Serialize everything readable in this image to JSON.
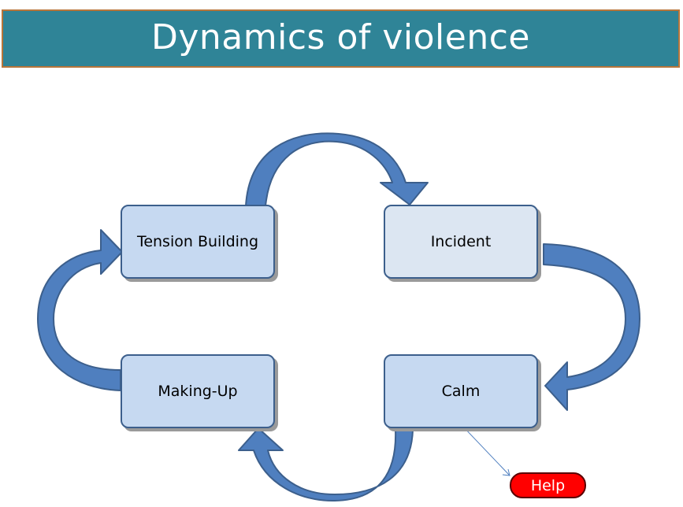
{
  "title": "Dynamics of violence",
  "nodes": {
    "tension": "Tension Building",
    "incident": "Incident",
    "calm": "Calm",
    "making_up": "Making-Up"
  },
  "help_button": "Help",
  "colors": {
    "title_bg": "#2f8497",
    "title_border": "#b8753a",
    "arrow_fill": "#4f7fbf",
    "arrow_stroke": "#3c5f8c",
    "node_fill_light": "#dce6f2",
    "node_fill": "#c6d9f1",
    "help_bg": "#ff0000"
  }
}
